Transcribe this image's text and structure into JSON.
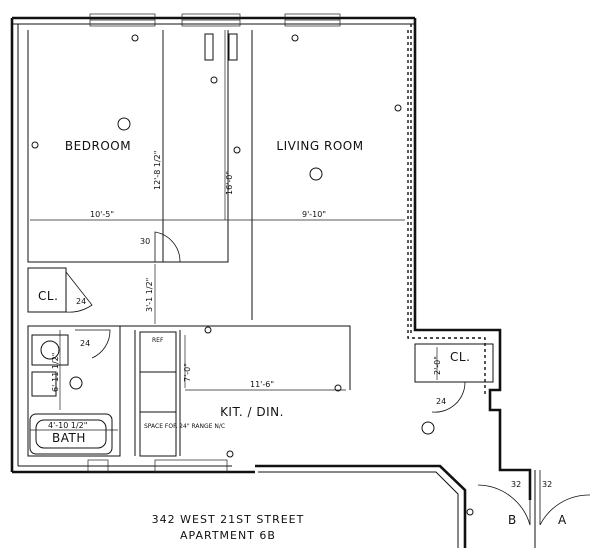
{
  "plan": {
    "rooms": {
      "bedroom": "BEDROOM",
      "living_room": "LIVING ROOM",
      "closet_left": "CL.",
      "closet_right": "CL.",
      "bath": "BATH",
      "kitchen_dining": "KIT. / DIN."
    },
    "dimensions": {
      "bedroom_width": "10'-5\"",
      "bedroom_depth": "12'-8 1/2\"",
      "living_depth": "16'-0\"",
      "living_width": "9'-10\"",
      "hall_width": "3'-1 1/2\"",
      "bath_depth": "6'-11 1/2\"",
      "bath_width": "4'-10 1/2\"",
      "kitchen_depth": "7'-0\"",
      "kitchen_width": "11'-6\"",
      "closet_right_depth": "2'-0\""
    },
    "doors": {
      "bedroom": "30",
      "closet_left": "24",
      "bath": "24",
      "closet_right": "24",
      "entry_b": "32",
      "entry_a": "32"
    },
    "fixtures": {
      "refrigerator": "REF",
      "range_space": "SPACE FOR 24\" RANGE N/C",
      "unit_b": "B",
      "unit_a": "A"
    },
    "address": {
      "street": "342 WEST 21ST STREET",
      "apartment": "APARTMENT 6B"
    }
  }
}
